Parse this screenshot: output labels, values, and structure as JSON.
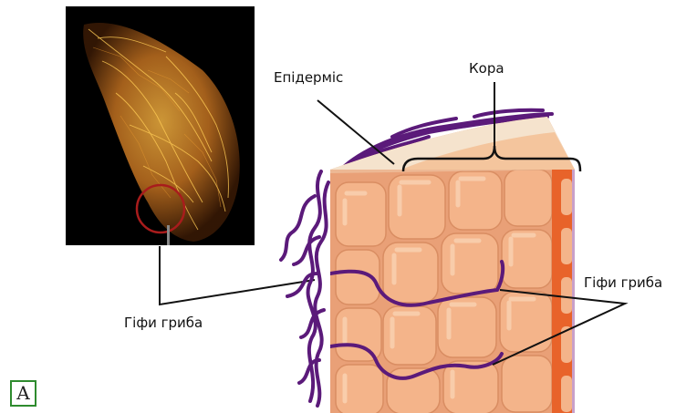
{
  "labels": {
    "epidermis": "Епідерміс",
    "cortex": "Кора",
    "hyphae_left": "Гіфи гриба",
    "hyphae_right": "Гіфи гриба"
  },
  "panel_letter": "A",
  "colors": {
    "cell_fill": "#f4b48a",
    "cell_dark": "#e9a077",
    "cell_highlight": "#f9cfae",
    "epidermis": "#f7e8d6",
    "vascular": "#e8632a",
    "hyphae": "#5b1a7a",
    "photo_bg": "#000000",
    "photo_glow": "#e0a030",
    "circle": "#a81c1c",
    "badge_border": "#2e8b2e"
  }
}
